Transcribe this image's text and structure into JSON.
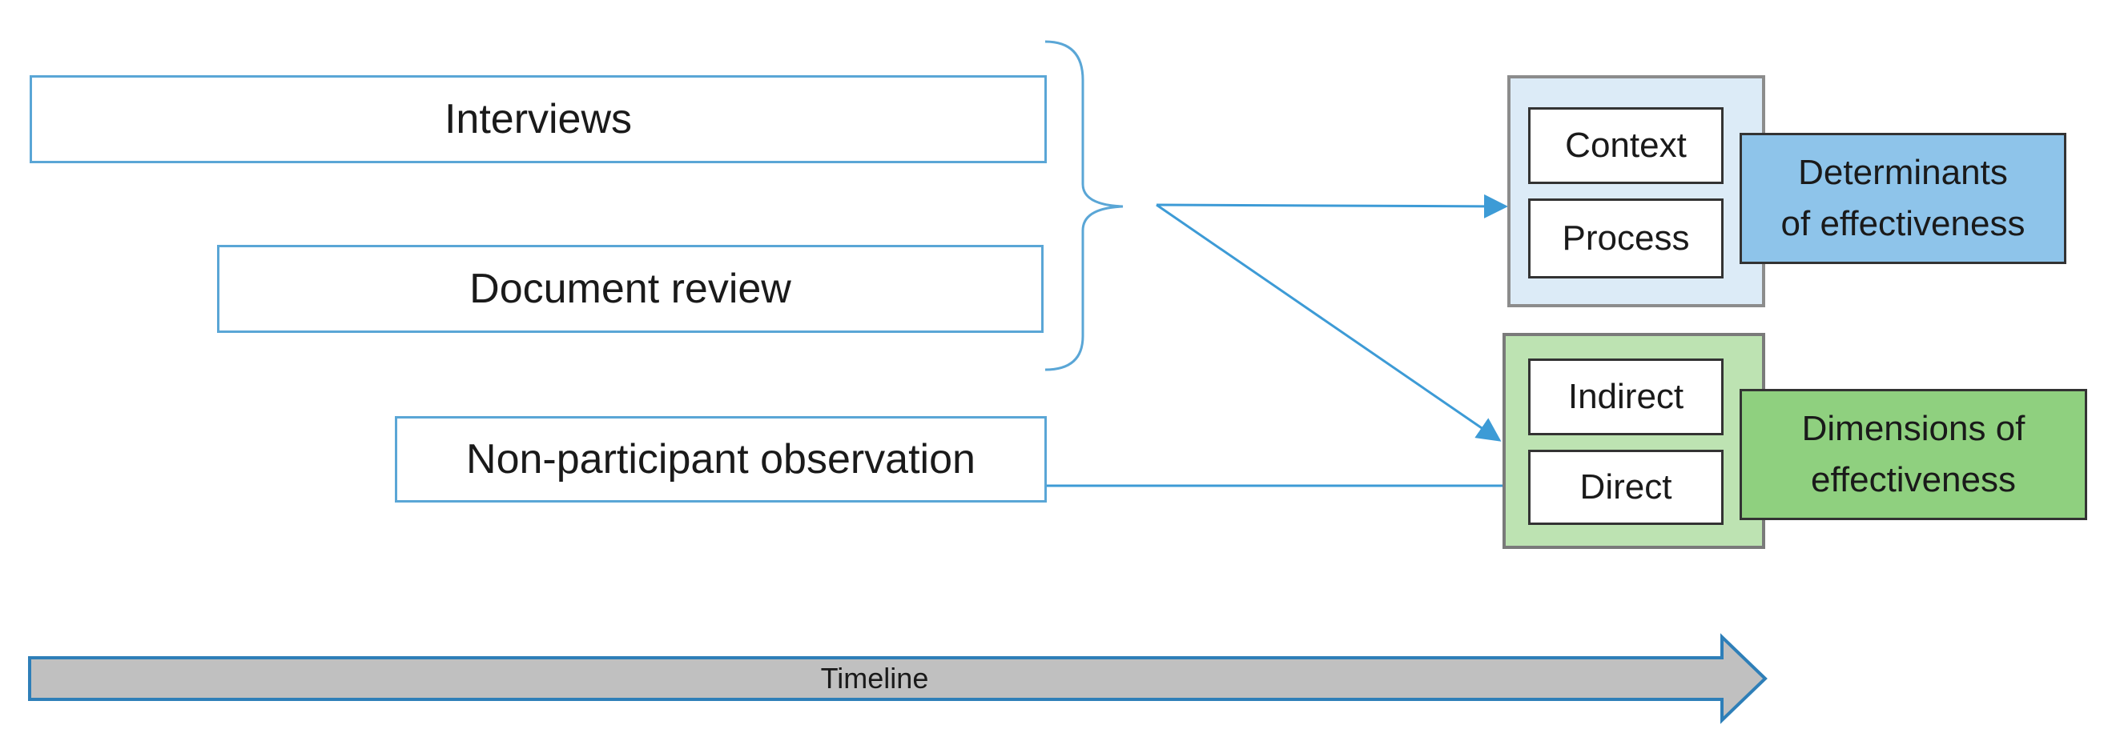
{
  "methods": [
    {
      "label": "Interviews"
    },
    {
      "label": "Document review"
    },
    {
      "label": "Non-participant observation"
    }
  ],
  "determinants": {
    "items": [
      "Context",
      "Process"
    ],
    "label": "Determinants\nof effectiveness",
    "colors": {
      "fill": "#dcebf7",
      "label": "#8ec4ea"
    }
  },
  "dimensions": {
    "items": [
      "Indirect",
      "Direct"
    ],
    "label": "Dimensions  of\neffectiveness",
    "colors": {
      "fill": "#bde3b2",
      "label": "#8fd07f"
    }
  },
  "timeline": {
    "label": "Timeline"
  },
  "colors": {
    "connector": "#3d9bd6",
    "method_border": "#5aa6d6",
    "timeline_fill": "#c0c0c0"
  }
}
